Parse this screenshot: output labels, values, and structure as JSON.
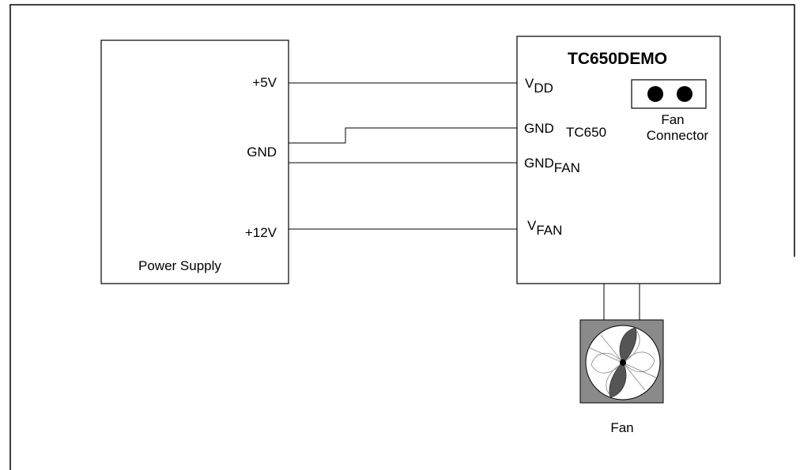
{
  "power_supply": {
    "label": "Power Supply",
    "pins": {
      "p5v": "+5V",
      "gnd": "GND",
      "p12v": "+12V"
    }
  },
  "demo_board": {
    "title": "TC650DEMO",
    "pins": {
      "vdd": {
        "main": "V",
        "sub": "DD"
      },
      "gnd_tc650": {
        "main": "GND",
        "sub": "TC650"
      },
      "gnd_fan": {
        "main": "GND",
        "sub": "FAN"
      },
      "vfan": {
        "main": "V",
        "sub": "FAN"
      }
    },
    "fan_connector": {
      "line1": "Fan",
      "line2": "Connector"
    }
  },
  "fan": {
    "label": "Fan",
    "icon": "fan-icon"
  },
  "colors": {
    "line": "#000000",
    "fan_housing": "#8a8a8a",
    "fan_blade": "#555555",
    "background": "#ffffff"
  }
}
